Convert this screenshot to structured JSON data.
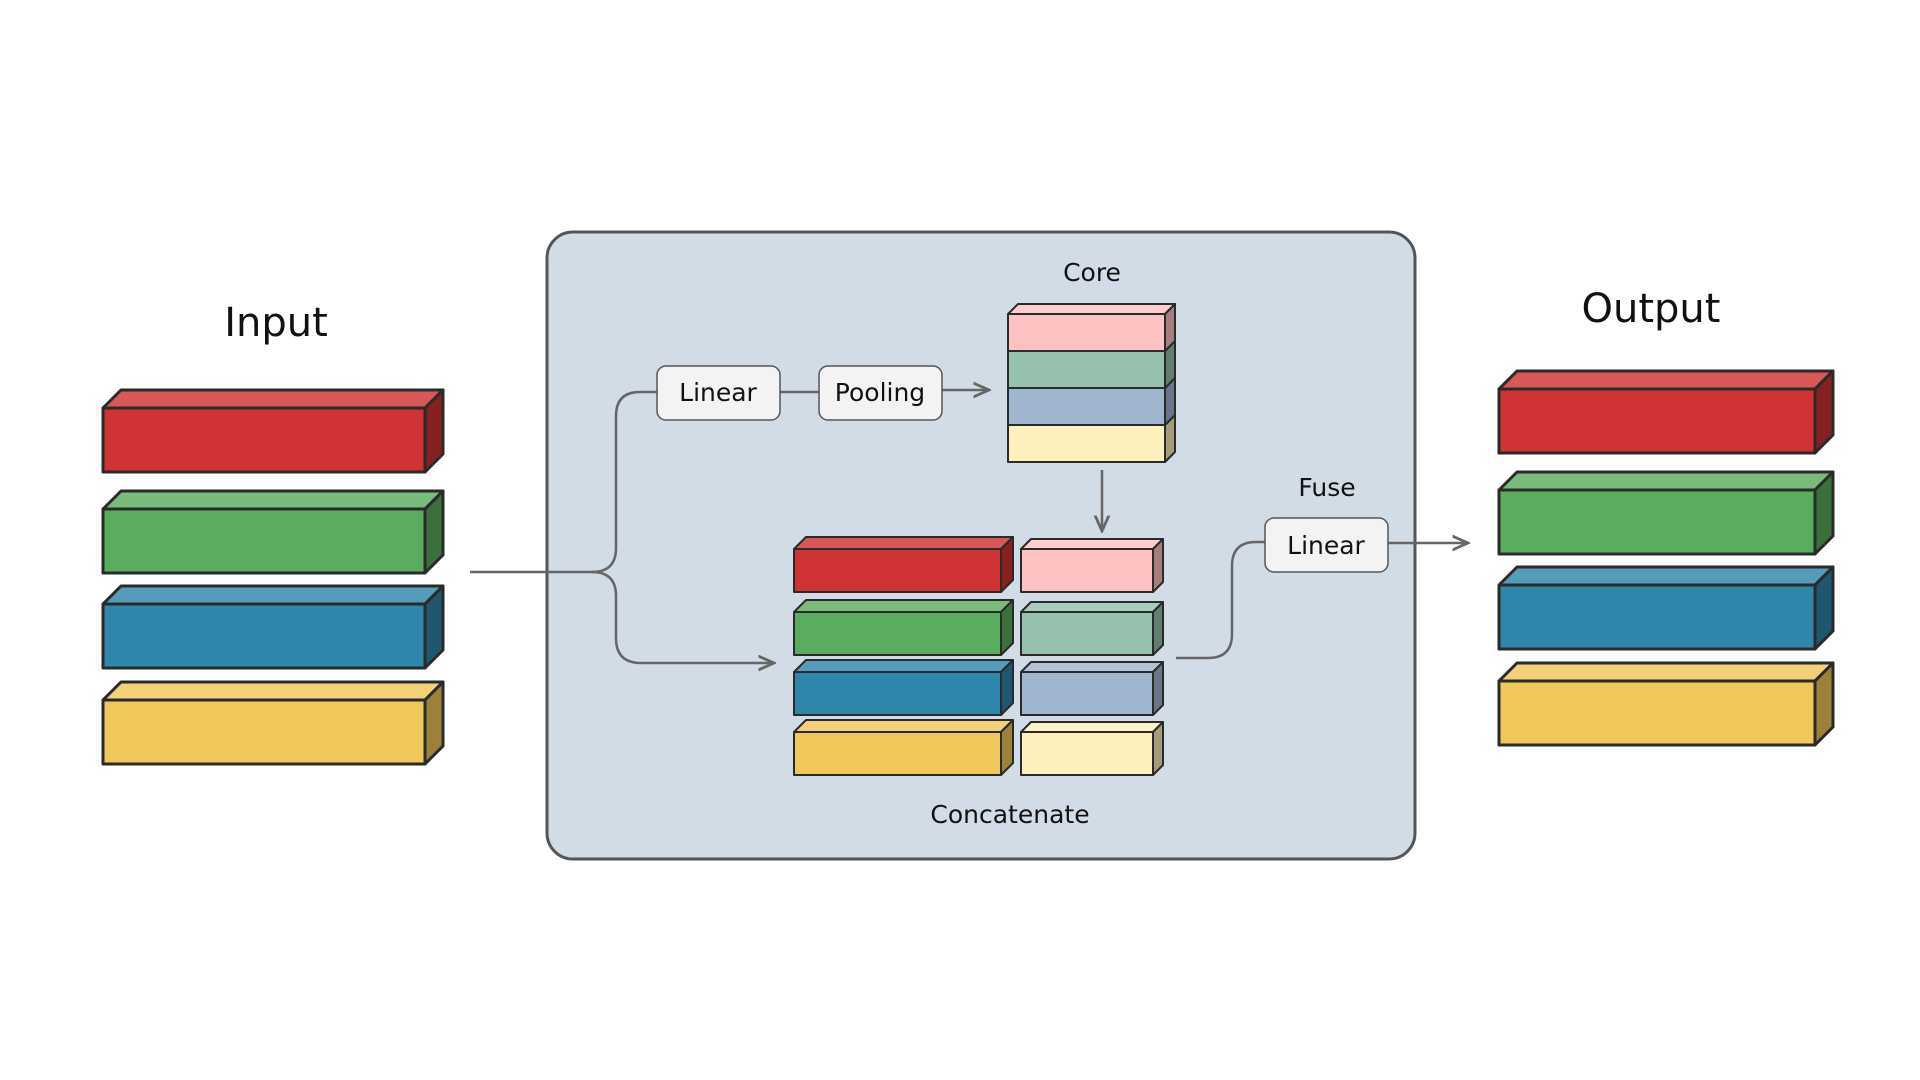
{
  "labels": {
    "input": "Input",
    "output": "Output",
    "core": "Core",
    "fuse": "Fuse",
    "concatenate": "Concatenate"
  },
  "boxes": {
    "linear_1": "Linear",
    "pooling": "Pooling",
    "linear_2": "Linear"
  },
  "colors": {
    "red": "#d03333",
    "green": "#5aac5e",
    "blue": "#2e86ab",
    "yellow": "#f0c75a",
    "pink_light": "#ffc2c2",
    "green_light": "#96c2ad",
    "blue_light": "#a0b6cf",
    "yellow_light": "#fdf0bd",
    "module_bg": "#d2dce6",
    "module_border": "#555555",
    "box_fill": "#f3f3f3",
    "connector": "#666666"
  }
}
